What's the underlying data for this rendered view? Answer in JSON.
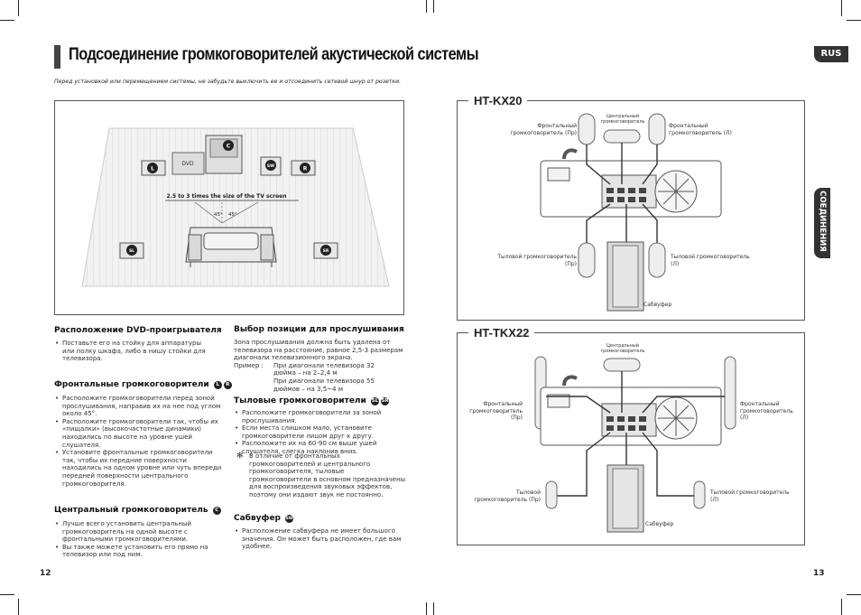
{
  "header": {
    "title": "Подсоединение громкоговорителей акустической системы",
    "lang_badge": "RUS",
    "side_tab": "СОЕДИНЕНИЯ"
  },
  "intro": "Перед установкой или перемещением системы, не забудьте выключить ее и отсоединить сетевой шнур от розетки.",
  "room": {
    "distance_label": "2.5 to 3 times the size of the TV screen",
    "angle": "45°",
    "dvd_label": "DVD",
    "badges": {
      "c": "C",
      "l": "L",
      "sw": "SW",
      "r": "R",
      "sl": "SL",
      "sr": "SR"
    }
  },
  "sections": {
    "dvd": {
      "title": "Расположение DVD-проигрывателя",
      "bullets": [
        "Поставьте его на стойку для аппаратуры или полку шкафа, либо в нишу стойки для телевизора."
      ]
    },
    "front": {
      "title": "Фронтальные громкоговорители",
      "badges": [
        "L",
        "R"
      ],
      "bullets": [
        "Расположите громкоговорители перед зоной прослушивания, направив их на нее под углом около 45°.",
        "Расположите громкоговорители так, чтобы их «пищалки» (высокочастотные динамики) находились по высоте на уровне ушей слушателя.",
        "Установите фронтальные громкоговорители так, чтобы их передние поверхности находились на одном уровне или чуть впереди передней поверхности центрального громкоговорителя."
      ]
    },
    "center": {
      "title": "Центральный громкоговоритель",
      "badge": "C",
      "bullets": [
        "Лучше всего установить центральный громкоговоритель на одной высоте с фронтальными громкоговорителями.",
        "Вы также можете установить его прямо на телевизор или под ним."
      ]
    },
    "listen": {
      "title": "Выбор позиции для прослушивания",
      "text": "Зона прослушивания должна быть удалена от телевизора на расстояние, равное 2,5-3 размерам диагонали телевизионного экрана.",
      "example_label": "Пример :",
      "ex1": "При диагонали телевизора 32 дюйма – на 2–2,4 м",
      "ex2": "При диагонали телевизора 55 дюймов – на 3,5~4 м"
    },
    "rear": {
      "title": "Тыловые громкоговорители",
      "badges": [
        "SL",
        "SR"
      ],
      "bullets": [
        "Расположите громкоговорители за зоной прослушивания.",
        "Если места слишком мало, установите громкоговорители лицом друг к другу.",
        "Расположите их на 60-90 см выше ушей слушателя, слегка наклонив вниз."
      ],
      "note_mark": "✻",
      "note": "В отличие от фронтальных громкоговорителей и центрального громкоговорителя, тыловые громкоговорители в основном предназначены для воспроизведения звуковых эффектов, поэтому они издают звук не постоянно."
    },
    "sub": {
      "title": "Сабвуфер",
      "badge": "SW",
      "bullets": [
        "Расположение сабвуфера не имеет большого значения. Он может быть расположен, где вам удобнее."
      ]
    }
  },
  "diagrams": {
    "kx20": {
      "model": "HT-KX20",
      "front_r": "Фронтальный громкоговоритель (Пр)",
      "center": "Центральный громкоговоритель",
      "front_l": "Фронтальный громкоговоритель (Л)",
      "rear_r": "Тыловой громкоговоритель (Пр)",
      "rear_l": "Тыловой громкоговоритель (Л)",
      "sub": "Сабвуфер"
    },
    "tkx22": {
      "model": "HT-TKX22",
      "front_r": "Фронтальный громкоговоритель (Пр)",
      "center": "Центральный громкоговоритель",
      "front_l": "Фронтальный громкоговоритель (Л)",
      "rear_r": "Тыловой громкоговоритель (Пр)",
      "rear_l": "Тыловой громкоговоритель (Л)",
      "sub": "Сабвуфер"
    }
  },
  "page_numbers": {
    "left": "12",
    "right": "13"
  }
}
